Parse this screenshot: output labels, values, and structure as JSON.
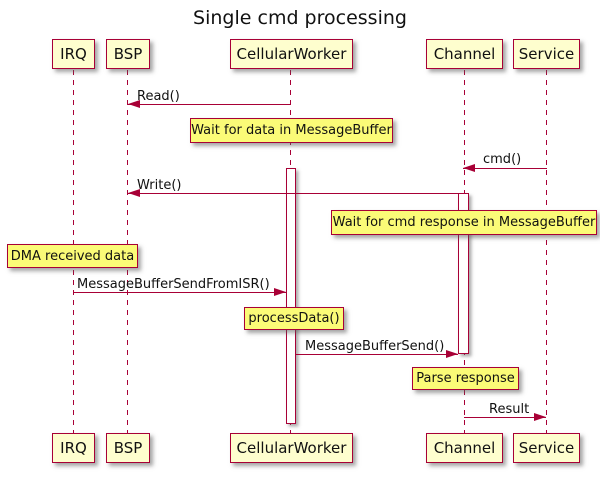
{
  "title": "Single cmd processing",
  "colors": {
    "border": "#A80036",
    "participant_fill": "#FEFECE",
    "note_fill": "#FBFB77",
    "activation_fill": "#FFFFFF",
    "background": "#FFFFFF",
    "text": "#000000"
  },
  "participants": [
    {
      "label": "IRQ"
    },
    {
      "label": "BSP"
    },
    {
      "label": "CellularWorker"
    },
    {
      "label": "Channel"
    },
    {
      "label": "Service"
    }
  ],
  "messages": [
    {
      "label": "Read()",
      "from": "CellularWorker",
      "to": "BSP",
      "direction": "left"
    },
    {
      "label": "cmd()",
      "from": "Service",
      "to": "Channel",
      "direction": "left"
    },
    {
      "label": "Write()",
      "from": "Channel",
      "to": "BSP",
      "direction": "left"
    },
    {
      "label": "MessageBufferSendFromISR()",
      "from": "IRQ",
      "to": "CellularWorker",
      "direction": "right"
    },
    {
      "label": "MessageBufferSend()",
      "from": "CellularWorker",
      "to": "Channel",
      "direction": "right"
    },
    {
      "label": "Result",
      "from": "Channel",
      "to": "Service",
      "direction": "right"
    }
  ],
  "notes": [
    {
      "text": "Wait for data in MessageBuffer",
      "over": "CellularWorker"
    },
    {
      "text": "Wait for cmd response in MessageBuffer",
      "over": "Channel"
    },
    {
      "text": "DMA received data",
      "over": "IRQ"
    },
    {
      "text": "processData()",
      "over": "CellularWorker"
    },
    {
      "text": "Parse response",
      "over": "Channel"
    }
  ]
}
